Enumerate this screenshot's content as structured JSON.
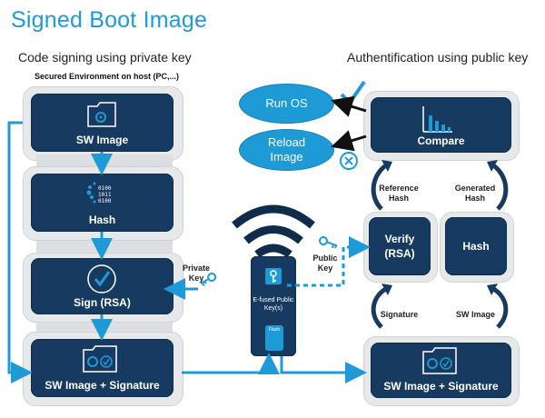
{
  "title": "Signed Boot Image",
  "left": {
    "heading": "Code signing using private key",
    "subheading": "Secured Environment on host (PC,...)",
    "sw_image": "SW Image",
    "hash": "Hash",
    "sign": "Sign (RSA)",
    "sw_image_signature": "SW Image + Signature",
    "private_key_label": "Private Key"
  },
  "right": {
    "heading": "Authentification using public key",
    "run_os": "Run OS",
    "reload_image": "Reload Image",
    "compare": "Compare",
    "reference_hash": "Reference Hash",
    "generated_hash": "Generated Hash",
    "verify": "Verify (RSA)",
    "hash": "Hash",
    "signature": "Signature",
    "sw_image_label": "SW Image",
    "sw_image_signature": "SW Image + Signature",
    "public_key_label": "Public Key"
  },
  "device": {
    "efused_label": "E-fused Public Key(s)",
    "flash_label": "Flash"
  },
  "hash_bits": "0100 1011 0100",
  "colors": {
    "navy": "#173a60",
    "blue": "#1e9bd7",
    "check": "#1e9bd7"
  },
  "icons": [
    "gear-folder-icon",
    "hash-bits-icon",
    "checkmark-circle-icon",
    "key-icon",
    "bar-chart-icon",
    "wifi-icon",
    "check-icon",
    "cross-circle-icon"
  ]
}
